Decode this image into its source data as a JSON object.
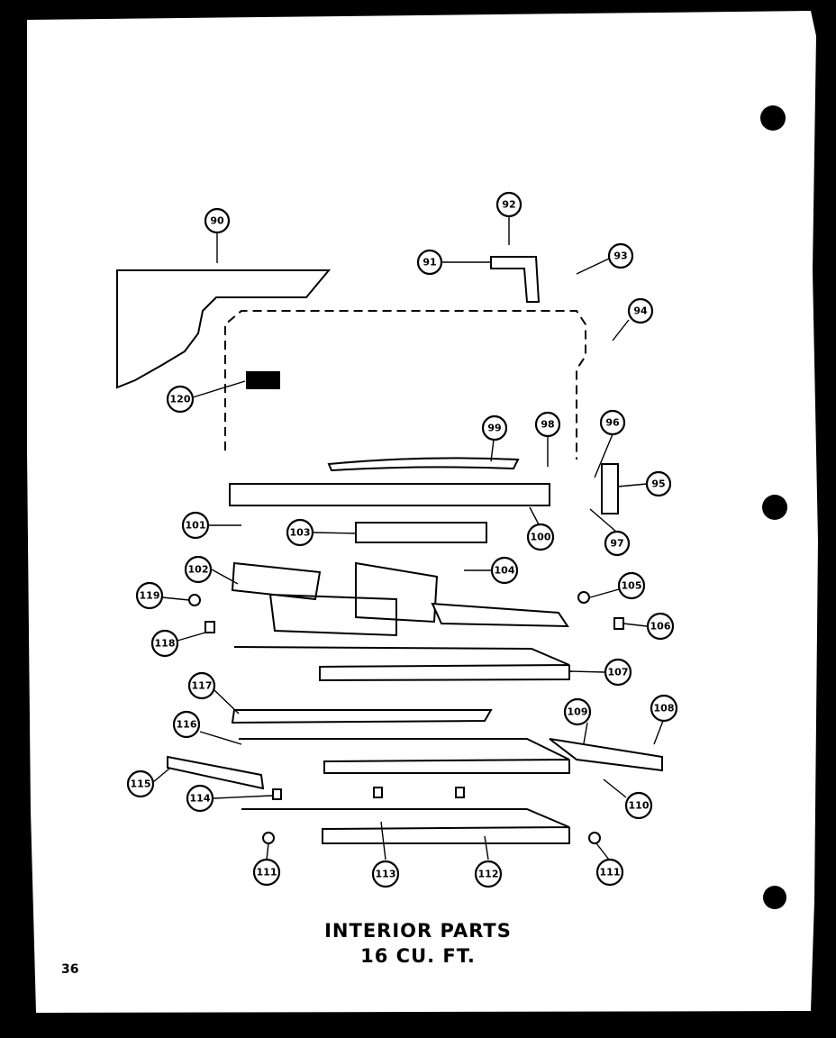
{
  "diagram": {
    "title_line1": "INTERIOR PARTS",
    "title_line2": "16 CU. FT.",
    "page_number": "36",
    "callouts": [
      "90",
      "92",
      "91",
      "93",
      "94",
      "120",
      "99",
      "98",
      "96",
      "95",
      "101",
      "103",
      "100",
      "97",
      "102",
      "104",
      "119",
      "105",
      "118",
      "106",
      "107",
      "117",
      "108",
      "109",
      "116",
      "115",
      "114",
      "110",
      "111",
      "113",
      "112",
      "111"
    ]
  }
}
